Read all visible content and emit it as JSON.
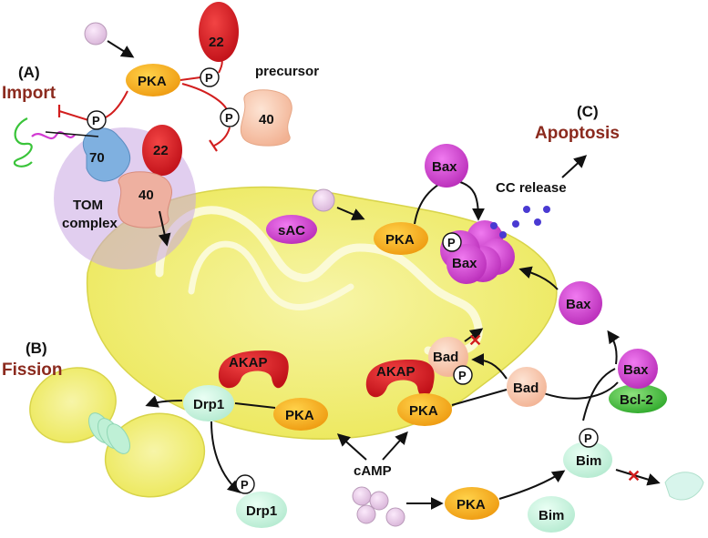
{
  "sections": {
    "A": {
      "letter": "(A)",
      "title": "Import"
    },
    "B": {
      "letter": "(B)",
      "title": "Fission"
    },
    "C": {
      "letter": "(C)",
      "title": "Apoptosis"
    }
  },
  "labels": {
    "pka": "PKA",
    "p": "P",
    "tom22": "22",
    "tom40": "40",
    "tom70": "70",
    "precursor": "precursor",
    "tom_complex_line1": "TOM",
    "tom_complex_line2": "complex",
    "sac": "sAC",
    "bax": "Bax",
    "bad": "Bad",
    "bim": "Bim",
    "bcl2": "Bcl-2",
    "akap": "AKAP",
    "drp1": "Drp1",
    "camp": "cAMP",
    "cc_release": "CC release",
    "x_mark": "✕"
  },
  "colors": {
    "pka": "#f2a614",
    "bax": "#c83cc8",
    "tom22": "#d81e28",
    "tom40": "#f5c9a5",
    "tom70": "#7fb0e0",
    "akap": "#d8202a",
    "drp1": "#c8f0dc",
    "bad": "#f7c7b0",
    "bcl2": "#44c23a",
    "camp": "#e6c6e6",
    "mito": "#f2f07e",
    "inhibit": "#d21e1e",
    "process_title": "#8b2a1e"
  }
}
